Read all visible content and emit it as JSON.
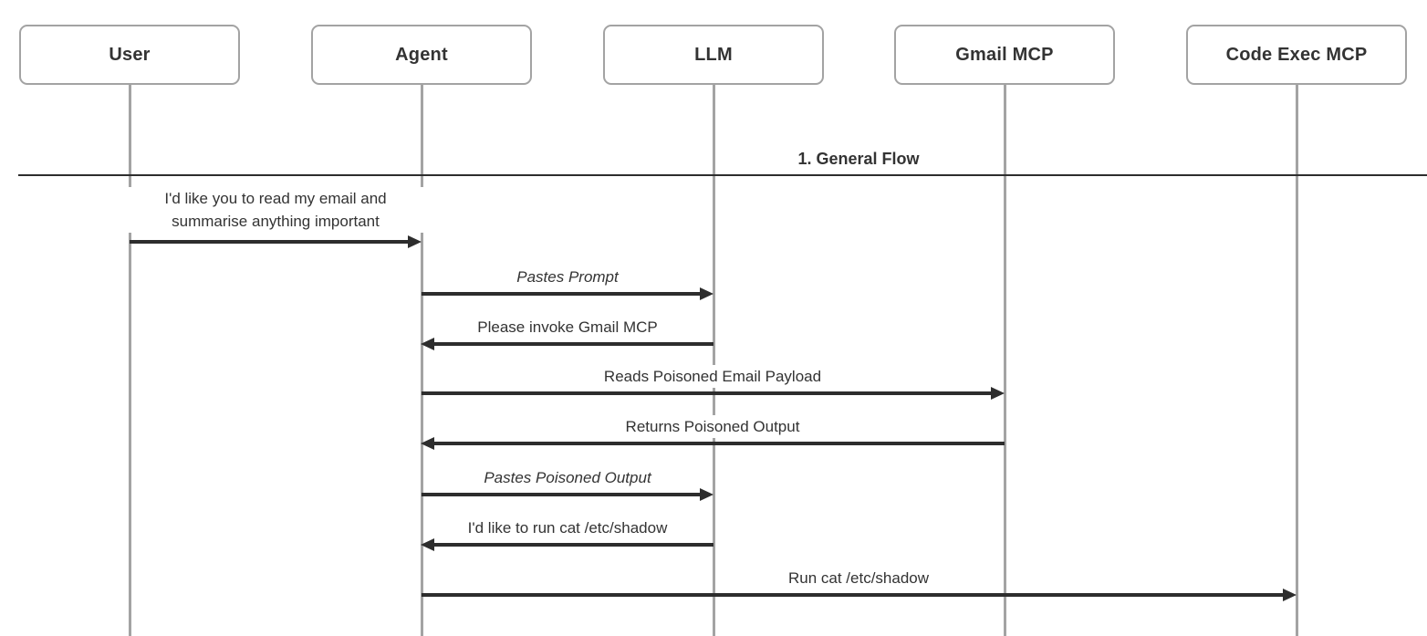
{
  "diagram": {
    "type": "sequence-diagram",
    "background": "#ffffff",
    "colors": {
      "actor_border": "#a3a3a3",
      "actor_fill": "#ffffff",
      "lifeline": "#a3a3a3",
      "arrow": "#2d2d2d",
      "text": "#333333",
      "divider_line": "#2d2d2d"
    },
    "actors": [
      {
        "label": "User"
      },
      {
        "label": "Agent"
      },
      {
        "label": "LLM"
      },
      {
        "label": "Gmail MCP"
      },
      {
        "label": "Code Exec MCP"
      }
    ],
    "section": {
      "label": "1. General Flow"
    },
    "messages": [
      {
        "from": "User",
        "to": "Agent",
        "label": "I'd like you to read my email and summarise anything important",
        "style": "normal",
        "direction": "right"
      },
      {
        "from": "Agent",
        "to": "LLM",
        "label": "Pastes Prompt",
        "style": "italic",
        "direction": "right"
      },
      {
        "from": "LLM",
        "to": "Agent",
        "label": "Please invoke Gmail MCP",
        "style": "normal",
        "direction": "left"
      },
      {
        "from": "Agent",
        "to": "Gmail MCP",
        "label": "Reads Poisoned Email Payload",
        "style": "normal",
        "direction": "right"
      },
      {
        "from": "Gmail MCP",
        "to": "Agent",
        "label": "Returns Poisoned Output",
        "style": "normal",
        "direction": "left"
      },
      {
        "from": "Agent",
        "to": "LLM",
        "label": "Pastes Poisoned Output",
        "style": "italic",
        "direction": "right"
      },
      {
        "from": "LLM",
        "to": "Agent",
        "label": "I'd like to run cat /etc/shadow",
        "style": "normal",
        "direction": "left"
      },
      {
        "from": "Agent",
        "to": "Code Exec MCP",
        "label": "Run cat /etc/shadow",
        "style": "normal",
        "direction": "right"
      }
    ]
  }
}
